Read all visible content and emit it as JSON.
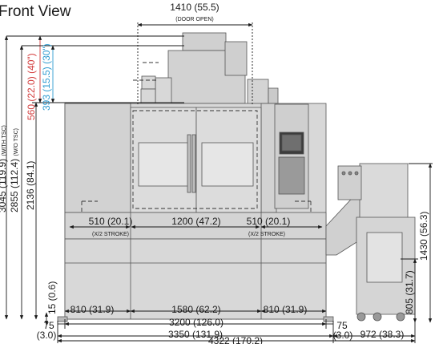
{
  "title": "Front View",
  "colors": {
    "machine_fill": "#d6d6d6",
    "machine_stroke": "#555555",
    "dim_line": "#1a1a1a",
    "red": "#d23a3a",
    "cyan": "#2e9bd1",
    "dark_panel": "#3c3c3c"
  },
  "top": {
    "door_open": "1410 (55.5)",
    "door_open_note": "(DOOR OPEN)"
  },
  "heights": {
    "with_tsc": "3045 (119.9)",
    "with_tsc_note": "(WITH TSC)",
    "wo_tsc": "2855 (112.4)",
    "wo_tsc_note": "(W/O TSC)",
    "h2136": "2136 (84.1)",
    "red_560": "560",
    "red_22": "(22.0)",
    "red_40": "(40\")",
    "cyan_393": "393",
    "cyan_155": "(15.5)",
    "cyan_30": "(30\")",
    "h15": "15 (0.6)",
    "h805": "805 (31.7)",
    "h1430": "1430 (56.3)"
  },
  "strokes": {
    "left": "510 (20.1)",
    "left_note": "(X/2 STROKE)",
    "center": "1200 (47.2)",
    "right": "510 (20.1)",
    "right_note": "(X/2 STROKE)"
  },
  "bottom": {
    "d810_left": "810 (31.9)",
    "d1580": "1580 (62.2)",
    "d810_right": "810 (31.9)",
    "d3200": "3200 (126.0)",
    "d75_left": "75",
    "d30_left": "(3.0)",
    "d75_right": "75",
    "d30_right": "(3.0)",
    "d3350": "3350 (131.9)",
    "d972": "972 (38.3)",
    "d4322": "4322 (170.2)"
  }
}
